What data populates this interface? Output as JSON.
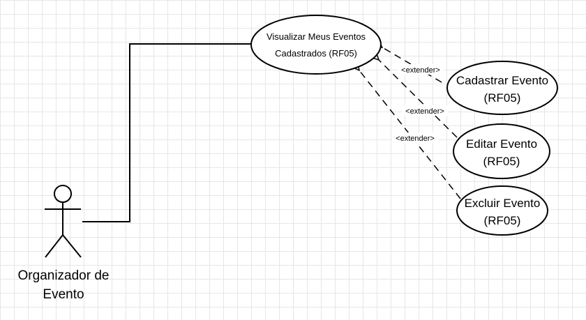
{
  "actor": {
    "name_line1": "Organizador de",
    "name_line2": "Evento"
  },
  "main_usecase": {
    "line1": "Visualizar Meus Eventos",
    "line2": "Cadastrados (RF05)"
  },
  "extensions": [
    {
      "line1": "Cadastrar Evento",
      "line2": "(RF05)",
      "relation_label": "<extender>"
    },
    {
      "line1": "Editar Evento",
      "line2": "(RF05)",
      "relation_label": "<extender>"
    },
    {
      "line1": "Excluir Evento",
      "line2": "(RF05)",
      "relation_label": "<extender>"
    }
  ],
  "colors": {
    "stroke": "#000000",
    "fill": "#ffffff",
    "grid": "#e6e6e6"
  }
}
